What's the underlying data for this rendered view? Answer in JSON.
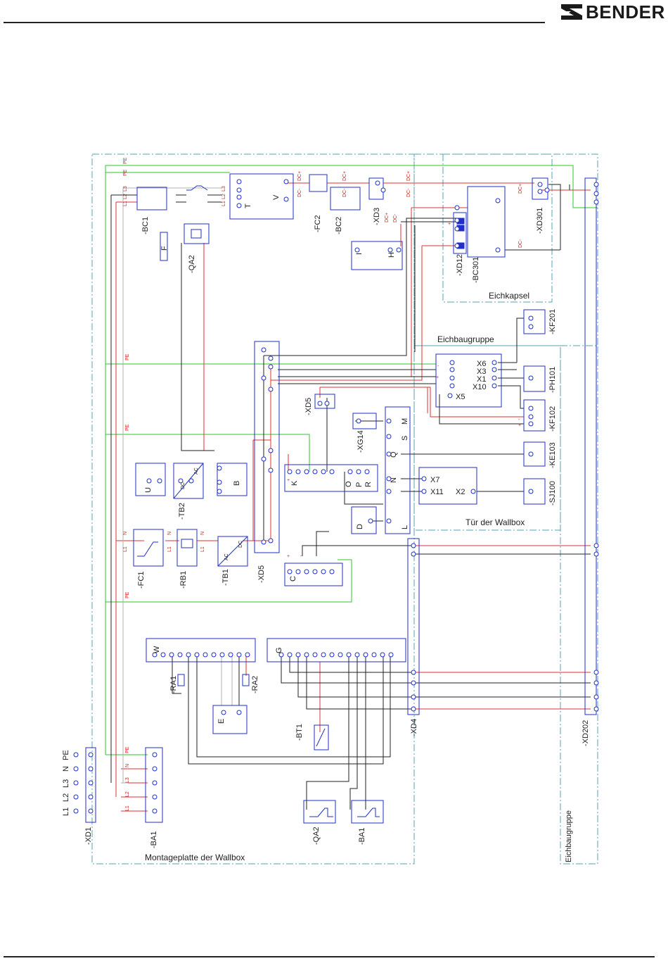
{
  "brand": {
    "name": "BENDER"
  },
  "colors": {
    "frame": "#5aa0b0",
    "component": "#1f2fc8",
    "red_wire": "#e03030",
    "green_wire": "#31c531",
    "black_wire": "#222222",
    "gray_wire": "#b0b0b0"
  },
  "group_labels": {
    "eichkapsel": "Eichkapsel",
    "eichbaugruppe_top": "Eichbaugruppe",
    "tuer": "Tür der Wallbox",
    "montageplatte": "Montageplatte der Wallbox",
    "eichbaugruppe_side": "Eichbaugruppe"
  },
  "designators": {
    "BC1": "-BC1",
    "QA2_top": "-QA2",
    "FC2": "-FC2",
    "BC2": "-BC2",
    "XD3": "-XD3",
    "XD12": "-XD12",
    "BC301": "-BC301",
    "XD301": "-XD301",
    "KF201": "-KF201",
    "PH101": "-PH101",
    "KF102": "-KF102",
    "KE103": "-KE103",
    "SJ100": "-SJ100",
    "XD5_upper": "-XD5",
    "XG14": "-XG14",
    "TB2": "-TB2",
    "FC1": "-FC1",
    "RB1": "-RB1",
    "TB1": "-TB1",
    "XD5_lower": "-XD5",
    "XD4": "-XD4",
    "XD202": "-XD202",
    "RA1": "-RA1",
    "RA2": "-RA2",
    "BT1": "-BT1",
    "XD1": "-XD1",
    "BA1_left": "-BA1",
    "QA2_bottom": "-QA2",
    "BA1_bottom": "-BA1"
  },
  "pin_letters": {
    "F": "F",
    "T": "T",
    "V": "V",
    "I": "I",
    "H": "H",
    "U": "U",
    "B": "B",
    "K": "K",
    "O": "O",
    "P": "P",
    "R": "R",
    "M": "M",
    "S": "S",
    "Q": "Q",
    "N": "N",
    "L": "L",
    "D": "D",
    "C": "C",
    "W": "W",
    "G": "G",
    "E": "E",
    "X6": "X6",
    "X3": "X3",
    "X1": "X1",
    "X10": "X10",
    "X5": "X5",
    "X7": "X7",
    "X11": "X11",
    "X2": "X2",
    "AC": "AC",
    "DC": "DC"
  },
  "phase_labels": {
    "PE": "PE",
    "N": "N",
    "L1": "L1",
    "L2": "L2",
    "L3": "L3"
  },
  "wire_tags": {
    "PE": "PE",
    "N": "N",
    "L1": "L1",
    "L2": "L2",
    "L3": "L3",
    "DCp": "DC+",
    "DCm": "DC-",
    "plus": "+",
    "minus": "-"
  }
}
